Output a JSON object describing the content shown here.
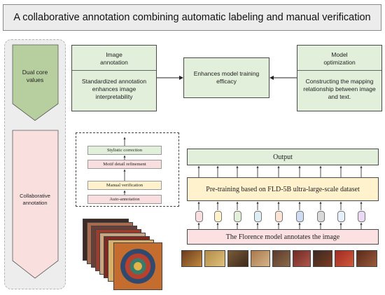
{
  "title": "A collaborative annotation combining automatic labeling and manual verification",
  "side": {
    "dual_core": "Dual core values",
    "collaborative": "Collaborative annotation"
  },
  "top": {
    "left_header": "Image annotation",
    "left_body": "Standardized annotation enhances image interpretability",
    "center": "Enhances model training efficacy",
    "right_header": "Model optimization",
    "right_body": "Constructing the mapping relationship between image and text."
  },
  "steps": [
    "Stylistic correction",
    "Motif detail refinement",
    "Manual verification",
    "Auto-annotation"
  ],
  "model": {
    "output": "Output",
    "pretraining": "Pre-training based on FLD-5B ultra-large-scale dataset",
    "annotate": "The Florence model annotates the image"
  },
  "colors": {
    "green_fill": "#e2efda",
    "chevron_green": "#b7cf9f",
    "chevron_pink": "#f9e0df",
    "step_green": "#e2efda",
    "step_pink": "#f8dede",
    "step_yellow": "#fff2cc",
    "pretrain_fill": "#fff2cc",
    "annotate_fill": "#fbe1e1",
    "token_colors": [
      "#f8dede",
      "#fff2cc",
      "#e2efda",
      "#ddeef6",
      "#fbe4d5",
      "#cfdcf3",
      "#d9d9d9",
      "#e6f0fa",
      "#ead9f2"
    ]
  }
}
